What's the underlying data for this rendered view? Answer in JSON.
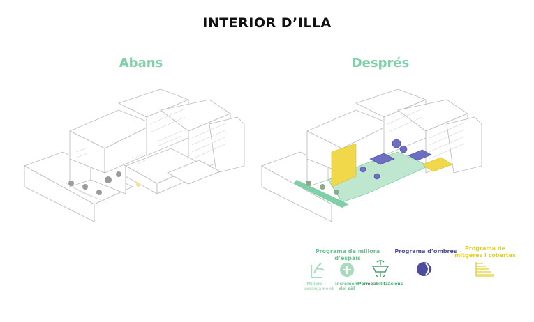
{
  "title": "INTERIOR D’ILLA",
  "before_label": "Abans",
  "after_label": "Després",
  "colors": {
    "accent_green": "#7fcfa9",
    "program_green": "#6fc08f",
    "program_blue": "#4c4c9e",
    "program_yellow": "#e2cf2b"
  },
  "legend": {
    "green_program": {
      "heading": "Programa de millora d’espais",
      "items": [
        {
          "label": "Millora i arranjament",
          "icon": "plant-pot-icon"
        },
        {
          "label": "Increment del sòl",
          "icon": "plus-circle-icon"
        },
        {
          "label": "Permeabilitzacions",
          "icon": "permeable-soil-icon"
        }
      ]
    },
    "blue_program": {
      "heading": "Programa d’ombres",
      "icon": "shade-sphere-icon"
    },
    "yellow_program": {
      "heading": "Programa de mitgeres i cobertes",
      "icon": "hatched-roof-icon"
    }
  }
}
